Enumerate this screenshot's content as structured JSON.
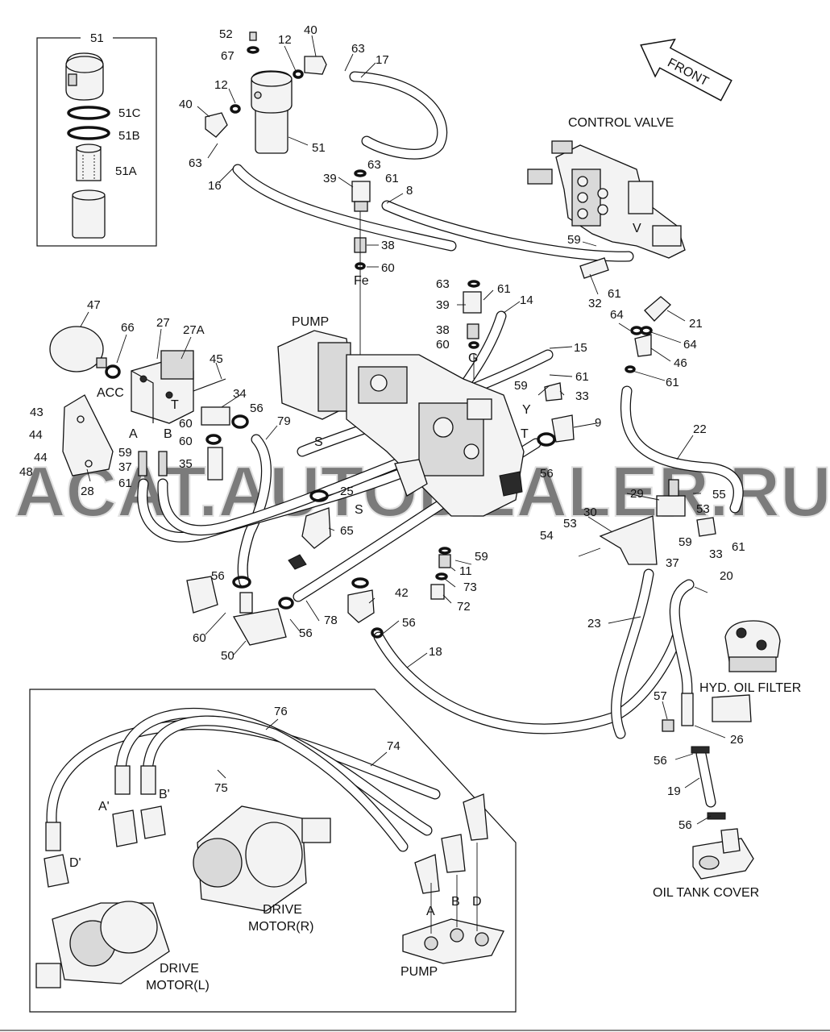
{
  "watermark": "ACAT.AUTODEALER.RU",
  "front_label": "FRONT",
  "captions": {
    "control_valve": "CONTROL VALVE",
    "pump_top": "PUMP",
    "pump_bottom": "PUMP",
    "hyd_oil_filter": "HYD. OIL FILTER",
    "oil_tank_cover": "OIL TANK COVER",
    "drive_motor_r_1": "DRIVE",
    "drive_motor_r_2": "MOTOR(R)",
    "drive_motor_l_1": "DRIVE",
    "drive_motor_l_2": "MOTOR(L)"
  },
  "port_labels": {
    "acc": "ACC",
    "fe": "Fe",
    "v": "V",
    "g": "G",
    "y": "Y",
    "t1": "T",
    "t2": "T",
    "s1": "S",
    "s2": "S",
    "a": "A",
    "b": "B",
    "a_prime": "A'",
    "b_prime": "B'",
    "d_prime": "D'",
    "pa": "A",
    "pb": "B",
    "pd": "D"
  },
  "callouts": {
    "n51_box": "51",
    "n51c": "51C",
    "n51b": "51B",
    "n51a": "51A",
    "n52": "52",
    "n67": "67",
    "n12a": "12",
    "n40a": "40",
    "n63a": "63",
    "n17": "17",
    "n12b": "12",
    "n40b": "40",
    "n51": "51",
    "n63b": "63",
    "n16": "16",
    "n63c": "63",
    "n39a": "39",
    "n61a": "61",
    "n8": "8",
    "n38a": "38",
    "n60a": "60",
    "n59a": "59",
    "n61b": "61",
    "n32": "32",
    "n63d": "63",
    "n61c": "61",
    "n39b": "39",
    "n14": "14",
    "n38b": "38",
    "n60b": "60",
    "n64a": "64",
    "n21": "21",
    "n64b": "64",
    "n46": "46",
    "n61d": "61",
    "n47": "47",
    "n66": "66",
    "n27": "27",
    "n27a": "27A",
    "n45": "45",
    "n15": "15",
    "n61e": "61",
    "n59b": "59",
    "n33a": "33",
    "n43": "43",
    "n44a": "44",
    "n60c": "60",
    "n34": "34",
    "n56a": "56",
    "n79": "79",
    "n9": "9",
    "n59c": "59",
    "n60d": "60",
    "n37a": "37",
    "n35": "35",
    "n44b": "44",
    "n61f": "61",
    "n48": "48",
    "n28": "28",
    "n25": "25",
    "n56b": "56",
    "n22": "22",
    "n29": "29",
    "n55": "55",
    "n53a": "53",
    "n30": "30",
    "n53b": "53",
    "n54": "54",
    "n59d": "59",
    "n33b": "33",
    "n61g": "61",
    "n65": "65",
    "n59e": "59",
    "n11": "11",
    "n73": "73",
    "n72": "72",
    "n37b": "37",
    "n56c": "56",
    "n42": "42",
    "n20": "20",
    "n60e": "60",
    "n56d": "56",
    "n78": "78",
    "n56e": "56",
    "n50": "50",
    "n23": "23",
    "n18": "18",
    "n76": "76",
    "n74": "74",
    "n75": "75",
    "n57": "57",
    "n26": "26",
    "n56f": "56",
    "n19": "19",
    "n56g": "56"
  }
}
